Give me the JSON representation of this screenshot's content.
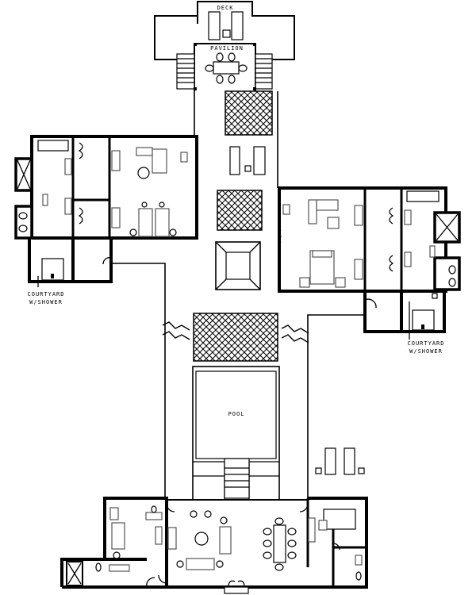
{
  "plan": {
    "labels": {
      "deck": "DECK",
      "pavilion": "PAVILION",
      "pool": "POOL",
      "courtyard_left_line1": "COURTYARD",
      "courtyard_left_line2": "W/SHOWER",
      "courtyard_right_line1": "COURTYARD",
      "courtyard_right_line2": "W/SHOWER"
    }
  }
}
